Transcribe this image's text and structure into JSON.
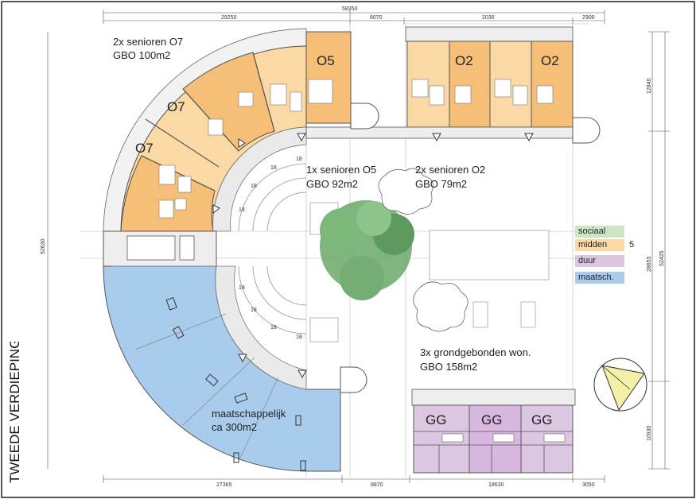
{
  "title": "TWEEDE VERDIEPING",
  "colors": {
    "sociaal": "#cfe6c6",
    "midden": "#fbd9a4",
    "midden_dark": "#f6bf78",
    "duur": "#dcc6e2",
    "maatsch": "#a9cbec",
    "green_tree": "#6aa86a"
  },
  "legend": [
    {
      "label": "sociaal",
      "color": "#cfe6c6",
      "count": ""
    },
    {
      "label": "midden",
      "color": "#fbd9a4",
      "count": "5"
    },
    {
      "label": "duur",
      "color": "#dcc6e2",
      "count": ""
    },
    {
      "label": "maatsch.",
      "color": "#a9cbec",
      "count": ""
    }
  ],
  "annotations": {
    "seniors_o7": {
      "line1": "2x senioren O7",
      "line2": "GBO 100m2"
    },
    "seniors_o5": {
      "line1": "1x senioren O5",
      "line2": "GBO 92m2"
    },
    "seniors_o2": {
      "line1": "2x senioren O2",
      "line2": "GBO 79m2"
    },
    "grondgebonden": {
      "line1": "3x grondgebonden won.",
      "line2": "GBO 158m2"
    },
    "maatschappelijk": {
      "line1": "maatschappelijk",
      "line2": "ca 300m2"
    }
  },
  "unit_labels": {
    "o5": "O5",
    "o7_a": "O7",
    "o7_b": "O7",
    "o2_a": "O2",
    "o2_b": "O2",
    "gg_a": "GG",
    "gg_b": "GG",
    "gg_c": "GG"
  },
  "dimensions": {
    "top_total": "58350",
    "top_a": "29250",
    "top_b": "6070",
    "top_c": "2030",
    "top_d": "2900",
    "bottom_a": "27365",
    "bottom_b": "8870",
    "bottom_c": "18630",
    "bottom_d": "3050",
    "left": "52630",
    "right_a": "12840",
    "right_b": "28655",
    "right_c": "10930",
    "right_total": "52425",
    "stair": "18"
  }
}
